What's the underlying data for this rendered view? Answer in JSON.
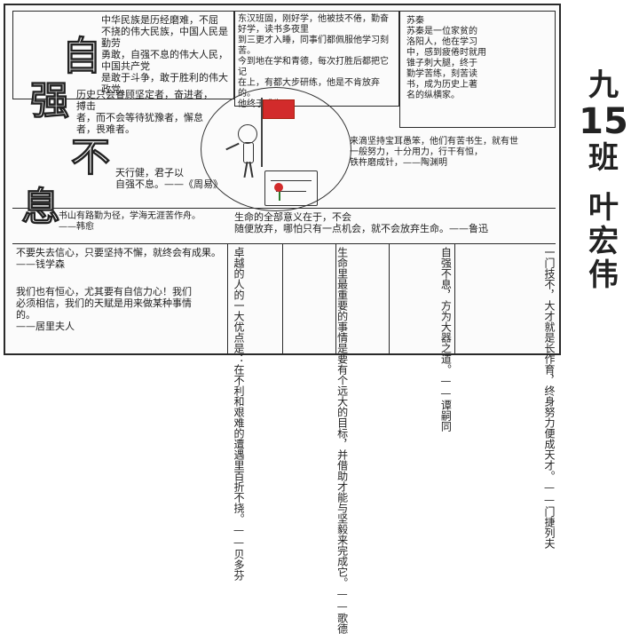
{
  "sidebar": {
    "class_line1": "九",
    "class_line2": "15",
    "class_line3": "班",
    "name_line1": "叶",
    "name_line2": "宏",
    "name_line3": "伟"
  },
  "title": {
    "chars": [
      "自",
      "强",
      "不",
      "息"
    ]
  },
  "blocks": {
    "top_left": "中华民族是历经磨难，不屈\n不挠的伟大民族，中国人民是勤劳\n勇敢，自强不息的伟大人民，中国共产党\n是敢于斗争，敢于胜利的伟大政党。",
    "mid_left": "历史只会眷顾坚定者，奋进者，搏击\n者，而不会等待犹豫者，懈怠\n者，畏难者。",
    "quote_tianxing": "天行健，君子以\n自强不息。——《周易》",
    "quote_shushan": "书山有路勤为径，学海无涯苦作舟。\n——韩愈",
    "bottom_left_1": "不要失去信心，只要坚持不懈，就终会有成果。\n——钱学森",
    "bottom_left_2": "我们也有恒心，尤其要有自信力心！我们\n必须相信，我们的天赋是用来做某种事情\n的。\n——居里夫人",
    "top_middle": "东汉班固，刚好学，他被技不倦，勤奋好学，读书多夜里\n到三更才入睡，同事们都佩服他学习刻苦。\n今到地在学和青德，每次打胜后都把它记\n在上，有都大步研练，他是不肯放弃的。\n他终于成为...",
    "right_upper": "苏秦\n苏秦是一位家贫的\n洛阳人，他在学习\n中，感到疲倦时就用\n锥子刺大腿，终于\n勤学苦练，刻苦读\n书，成为历史上著\n名的纵横家。",
    "center_banner": "来滴坚持宝耳愚笨，他们有苦书生，就有世\n一般努力，十分用力，行干有恒，\n铁杵磨成针，——陶渊明",
    "center_quote": "生命的全部意义在于，不会\n随便放弃，哪怕只有一点机会，就不会放弃生命。——鲁迅",
    "bottom_cols": [
      "卓越的人的一大优点是：在不利和艰难的遭遇里百折不挠。——贝多芬",
      "生命里最重要的事情是要有个远大的目标，并借助才能与坚毅来完成它。——歌德",
      "自强不息，方为大器之道。——谭嗣同",
      "一门技不，大才就是长作育，终身努力便成天才。——门捷列夫"
    ]
  }
}
